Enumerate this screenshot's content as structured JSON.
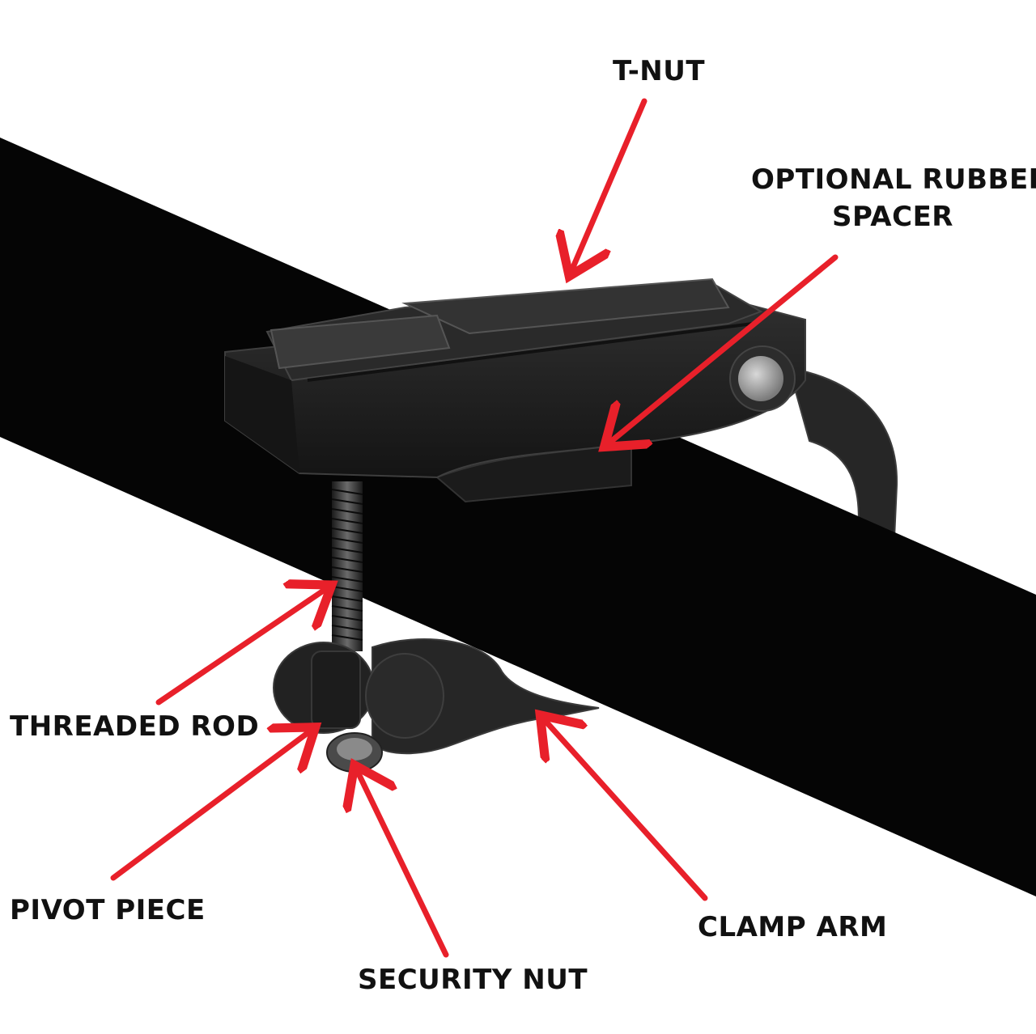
{
  "colors": {
    "background": "#ffffff",
    "bar": "#050505",
    "clamp_body": "#1f1f1f",
    "clamp_highlight": "#3a3a3a",
    "arrow": "#e8202a",
    "label_text": "#111111"
  },
  "labels": {
    "t_nut": "T-NUT",
    "spacer_line1": "OPTIONAL RUBBER",
    "spacer_line2": "SPACER",
    "threaded_rod": "THREADED ROD",
    "pivot_piece": "PIVOT PIECE",
    "security_nut": "SECURITY NUT",
    "clamp_arm": "CLAMP ARM"
  }
}
